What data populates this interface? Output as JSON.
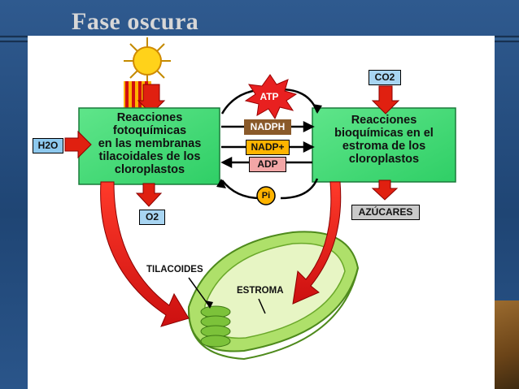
{
  "slide": {
    "title": "Fase oscura"
  },
  "diagram": {
    "light_reactions": [
      "Reacciones",
      "fotoquímicas",
      "en las membranas",
      "tilacoidales de los",
      "cloroplastos"
    ],
    "dark_reactions": [
      "Reacciones",
      "bioquímicas en el",
      "estroma de los",
      "cloroplastos"
    ],
    "inputs": {
      "water": "H2O",
      "carbon_dioxide": "CO2"
    },
    "outputs": {
      "oxygen": "O2",
      "sugars": "AZÚCARES"
    },
    "cycle": {
      "atp": "ATP",
      "nadph": "NADPH",
      "nadp": "NADP+",
      "adp": "ADP",
      "pi": "Pi"
    },
    "chloroplast": {
      "thylakoids": "TILACOIDES",
      "stroma": "ESTROMA"
    }
  }
}
